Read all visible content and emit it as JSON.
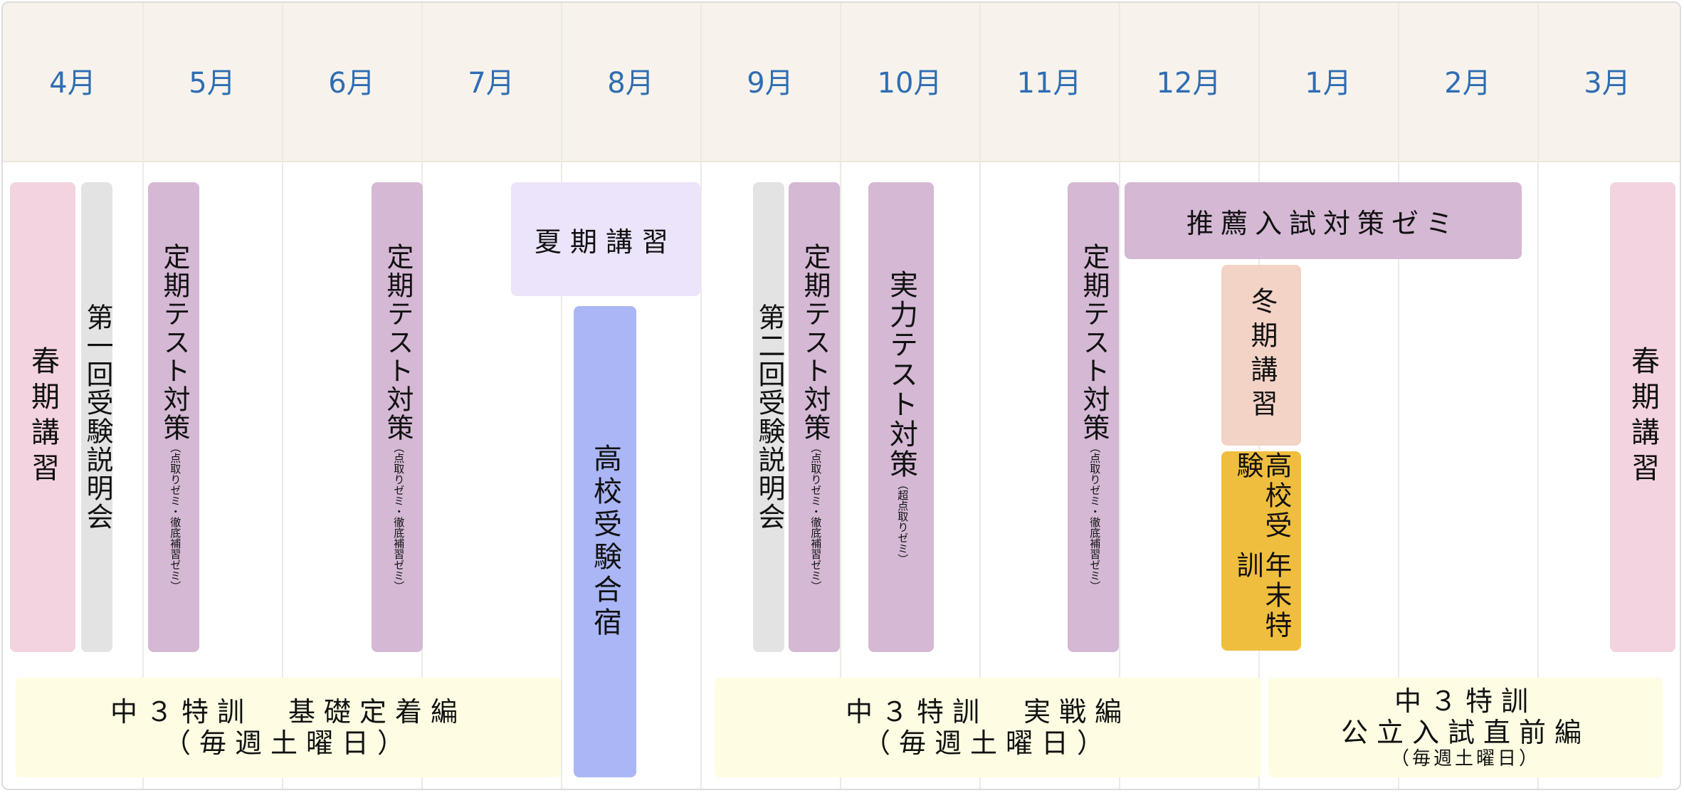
{
  "months": [
    "4月",
    "5月",
    "6月",
    "7月",
    "8月",
    "9月",
    "10月",
    "11月",
    "12月",
    "1月",
    "2月",
    "3月"
  ],
  "events": {
    "spring_course_start": "春期講習",
    "exam_briefing_1": "第一回受験説明会",
    "term_test_may": {
      "title": "定期テスト対策",
      "note": "（点取りゼミ・徹底補習ゼミ）"
    },
    "term_test_jun": {
      "title": "定期テスト対策",
      "note": "（点取りゼミ・徹底補習ゼミ）"
    },
    "summer_course": "夏期講習",
    "exam_camp": "高校受験合宿",
    "exam_briefing_2": "第二回受験説明会",
    "term_test_sep": {
      "title": "定期テスト対策",
      "note": "（点取りゼミ・徹底補習ゼミ）"
    },
    "proficiency_test": {
      "title": "実力テスト対策",
      "note": "（超点取りゼミ）"
    },
    "term_test_nov": {
      "title": "定期テスト対策",
      "note": "（点取りゼミ・徹底補習ゼミ）"
    },
    "recommendation_seminar": "推薦入試対策ゼミ",
    "winter_course": "冬期講習",
    "year_end_training": {
      "col1": "高校受験",
      "col2": "年末特訓"
    },
    "spring_course_end": "春期講習"
  },
  "bands": {
    "basic": {
      "line1": "中３特訓　基礎定着編",
      "line2": "（毎週土曜日）"
    },
    "practical": {
      "line1": "中３特訓　実戦編",
      "line2": "（毎週土曜日）"
    },
    "public_exam": {
      "line1": "中３特訓",
      "line2": "公立入試直前編",
      "line3": "（毎週土曜日）"
    }
  },
  "colors": {
    "month_text": "#2f6db3",
    "header_bg": "#f7f3ec",
    "spring": "#f2d3df",
    "briefing": "#e3e3e3",
    "test_prep": "#d4b8d4",
    "summer": "#ece4fa",
    "camp": "#aab6f5",
    "winter": "#f2d3c6",
    "year_end": "#f0be3f",
    "band": "#fefde3"
  }
}
